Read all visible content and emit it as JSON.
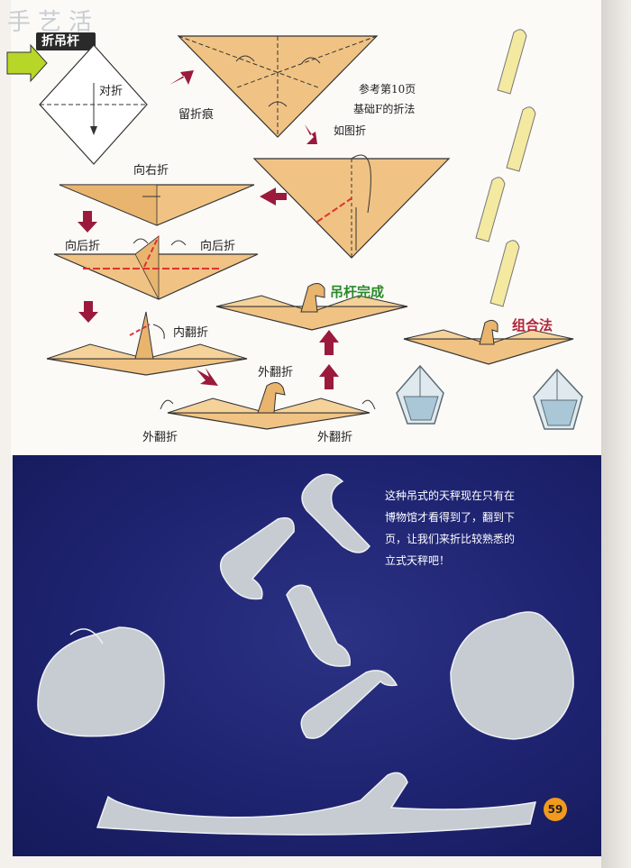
{
  "header": {
    "logo_text": "手艺活",
    "section_title": "折吊杆"
  },
  "diagram_labels": {
    "fold_half": "对折",
    "crease": "留折痕",
    "reference_line1": "参考第10页",
    "reference_line2": "基础F的折法",
    "as_shown": "如图折",
    "fold_right": "向右折",
    "fold_back_left": "向后折",
    "fold_back_right": "向后折",
    "inside_reverse": "内翻折",
    "outside_reverse_top": "外翻折",
    "outside_reverse_left": "外翻折",
    "outside_reverse_right": "外翻折",
    "rod_done": "吊杆完成",
    "assembly": "组合法"
  },
  "photo": {
    "caption": "这种吊式的天秤现在只有在\n博物馆才看得到了，翻到下\n页，让我们来折比较熟悉的\n立式天秤吧！"
  },
  "page_number": "59",
  "colors": {
    "paper_orange": "#f0c384",
    "paper_yellow": "#f4e9a0",
    "arrow_red": "#9b1a3c",
    "title_green": "#2a8a2a",
    "title_red": "#b2243a",
    "background_navy": "#1e2370"
  }
}
